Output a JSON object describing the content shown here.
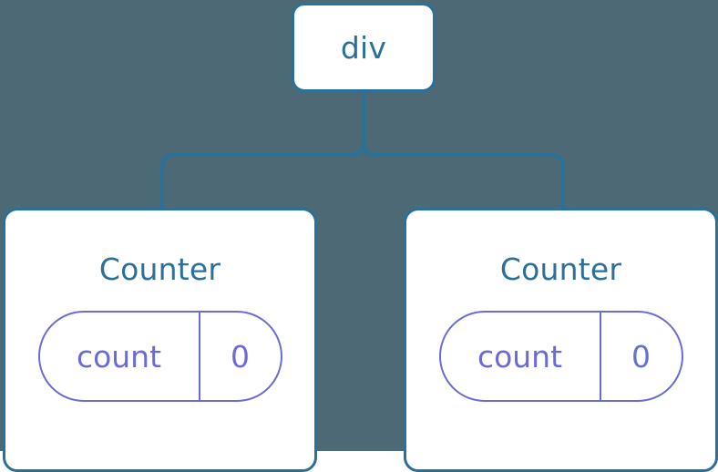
{
  "diagram": {
    "background_color": "#4c6975",
    "node_fill": "#ffffff",
    "node_stroke": "#2b7099",
    "edge_color": "#2b7099",
    "state_color": "#6b6bd6",
    "root": {
      "label": "div"
    },
    "children": [
      {
        "label": "Counter",
        "state": {
          "key": "count",
          "value": "0"
        }
      },
      {
        "label": "Counter",
        "state": {
          "key": "count",
          "value": "0"
        }
      }
    ]
  }
}
